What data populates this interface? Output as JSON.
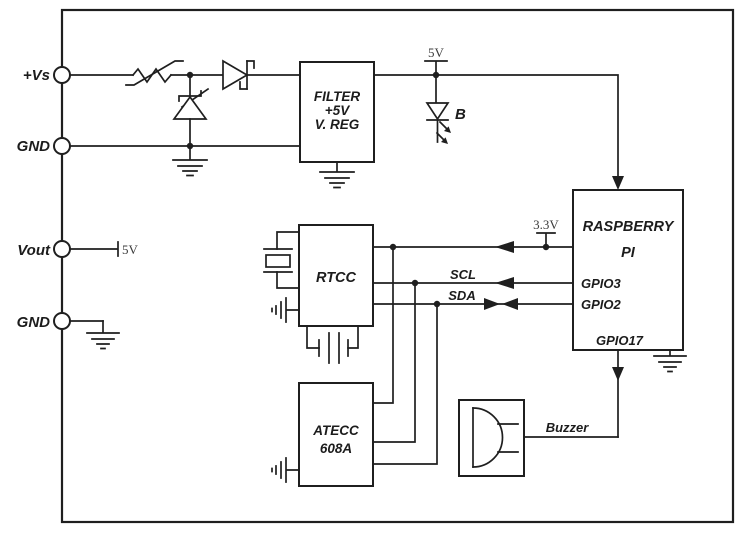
{
  "diagram": {
    "colors": {
      "ink": "#1f1f1f",
      "background": "#ffffff"
    },
    "terminals": {
      "vs": {
        "label": "+Vs"
      },
      "gnd1": {
        "label": "GND"
      },
      "vout": {
        "label": "Vout"
      },
      "gnd2": {
        "label": "GND"
      }
    },
    "power": {
      "led_rail_label": "5V",
      "vout_rail_label": "5V",
      "pi_rail_label": "3.3V"
    },
    "blocks": {
      "filter": {
        "line1": "FILTER",
        "line2": "+5V",
        "line3": "V. REG"
      },
      "raspberry_pi": {
        "line1": "RASPBERRY",
        "line2": "PI",
        "pin_gpio3": "GPIO3",
        "pin_gpio2": "GPIO2",
        "pin_gpio17": "GPIO17"
      },
      "rtcc": {
        "label": "RTCC"
      },
      "atecc": {
        "line1": "ATECC",
        "line2": "608A"
      }
    },
    "signals": {
      "scl": "SCL",
      "sda": "SDA"
    },
    "led": {
      "label": "B"
    },
    "buzzer": {
      "label": "Buzzer"
    }
  }
}
